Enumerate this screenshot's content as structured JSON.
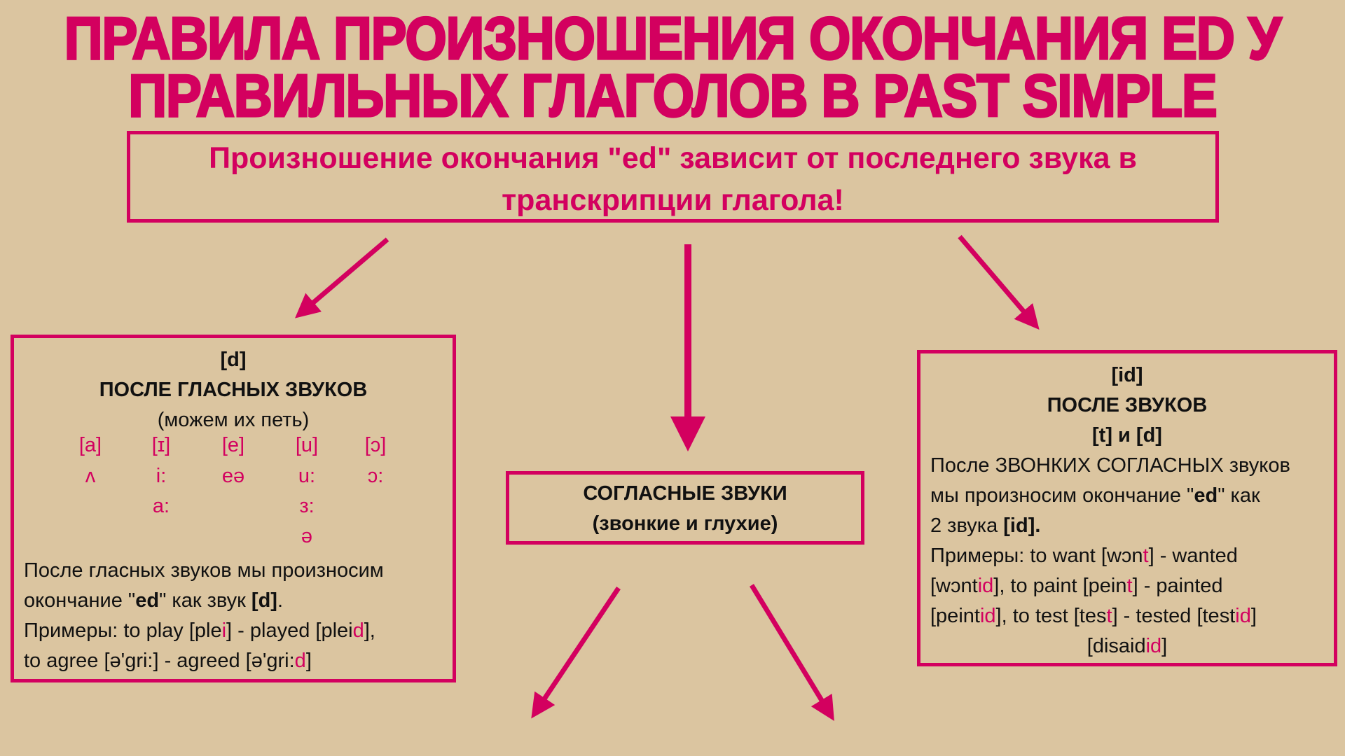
{
  "title": {
    "line1": "ПРАВИЛА ПРОИЗНОШЕНИЯ ОКОНЧАНИЯ ED У",
    "line2": "ПРАВИЛЬНЫХ ГЛАГОЛОВ В PAST SIMPLE"
  },
  "subtitle": {
    "line1": "Произношение окончания \"ed\" зависит от последнего звука в",
    "line2": "транскрипции глагола!"
  },
  "left": {
    "sound": "[d]",
    "heading": "ПОСЛЕ ГЛАСНЫХ ЗВУКОВ",
    "note": "(можем их петь)",
    "vowels": [
      [
        "[a]",
        "ʌ"
      ],
      [
        "[ɪ]",
        "i:",
        "a:"
      ],
      [
        "[e]",
        "eə"
      ],
      [
        "[u]",
        "u:",
        "з:",
        "ə"
      ],
      [
        "[ɔ]",
        "ɔ:"
      ]
    ],
    "p1a": "После гласных звуков мы произносим",
    "p1b": "окончание \"",
    "p1c": "ed",
    "p1d": "\" как звук ",
    "p1e": "[d]",
    "p1f": ".",
    "ex": [
      "Примеры: to play [ple",
      "i",
      "] - played [plei",
      "d",
      "],",
      "to agree [ə'gri:] - agreed [ə'gri:",
      "d",
      "]"
    ]
  },
  "middle": {
    "line1": "СОГЛАСНЫЕ ЗВУКИ",
    "line2": "(звонкие и глухие)"
  },
  "right": {
    "sound": "[id]",
    "heading": "ПОСЛЕ ЗВУКОВ",
    "sub": "[t] и [d]",
    "p1": "После ЗВОНКИХ СОГЛАСНЫХ звуков",
    "p2a": "мы произносим окончание \"",
    "p2b": "ed",
    "p2c": "\" как",
    "p3a": "2 звука ",
    "p3b": "[id].",
    "ex": [
      "Примеры: to want [wɔn",
      "t",
      "] - wanted",
      "[wɔnt",
      "id",
      "], to paint [pein",
      "t",
      "] - painted",
      "[peint",
      "id",
      "], to test [tes",
      "t",
      "] - tested [test",
      "id",
      "]",
      "[disaid",
      "id",
      "]"
    ]
  },
  "colors": {
    "accent": "#d3005f",
    "background": "#dbc5a0"
  }
}
